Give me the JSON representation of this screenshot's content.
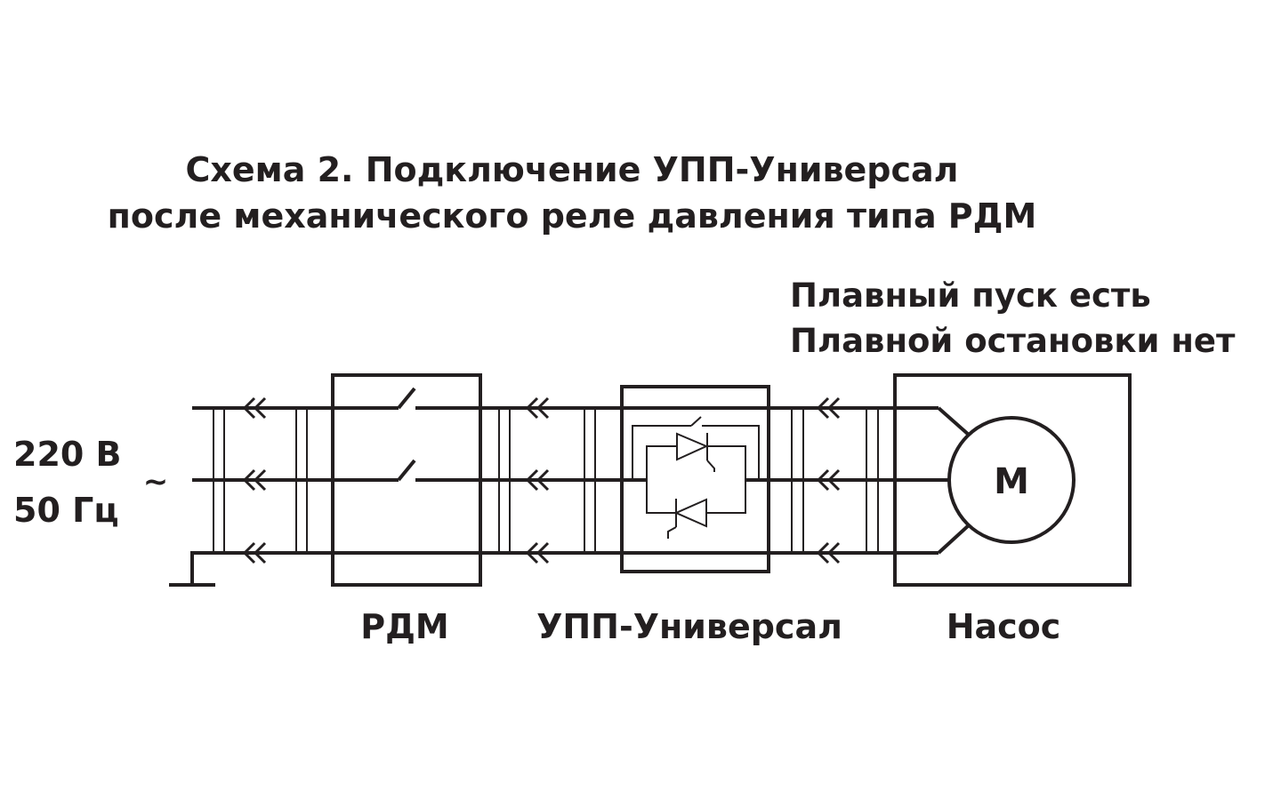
{
  "title": {
    "line1": "Схема 2. Подключение УПП-Универсал",
    "line2": "после механического реле давления типа РДМ"
  },
  "mode": {
    "line1": "Плавный пуск есть",
    "line2": "Плавной остановки нет"
  },
  "supply": {
    "voltage": "220 В",
    "frequency": "50 Гц",
    "ac_symbol": "~"
  },
  "blocks": {
    "rdm": "РДМ",
    "upp": "УПП-Универсал",
    "pump": "Насос",
    "motor": "М"
  },
  "colors": {
    "ink": "#231f20"
  }
}
